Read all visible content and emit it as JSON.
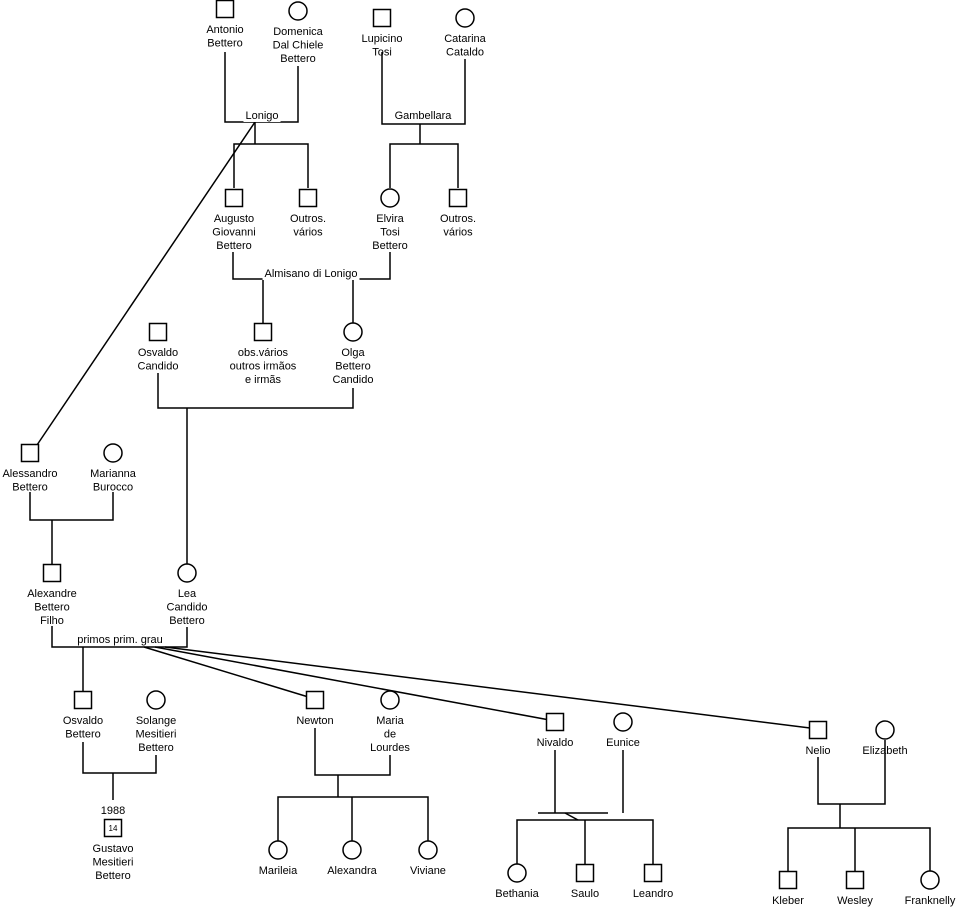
{
  "people": [
    {
      "id": "antonio",
      "sex": "m",
      "lines": [
        "Antonio",
        "Bettero"
      ]
    },
    {
      "id": "domenica",
      "sex": "f",
      "lines": [
        "Domenica",
        "Dal Chiele",
        "Bettero"
      ]
    },
    {
      "id": "lupicino",
      "sex": "m",
      "lines": [
        "Lupicino",
        "Tosi"
      ]
    },
    {
      "id": "catarina",
      "sex": "f",
      "lines": [
        "Catarina",
        "Cataldo"
      ]
    },
    {
      "id": "augusto",
      "sex": "m",
      "lines": [
        "Augusto",
        "Giovanni",
        "Bettero"
      ]
    },
    {
      "id": "outros1",
      "sex": "m",
      "lines": [
        "Outros.",
        "vários"
      ]
    },
    {
      "id": "elvira",
      "sex": "f",
      "lines": [
        "Elvira",
        "Tosi",
        "Bettero"
      ]
    },
    {
      "id": "outros2",
      "sex": "m",
      "lines": [
        "Outros.",
        "vários"
      ]
    },
    {
      "id": "osvaldo_c",
      "sex": "m",
      "lines": [
        "Osvaldo",
        "Candido"
      ]
    },
    {
      "id": "obs",
      "sex": "m",
      "lines": [
        "obs.vários",
        "outros irmãos",
        "e irmãs"
      ]
    },
    {
      "id": "olga",
      "sex": "f",
      "lines": [
        "Olga",
        "Bettero",
        "Candido"
      ]
    },
    {
      "id": "alessandro",
      "sex": "m",
      "lines": [
        "Alessandro",
        "Bettero"
      ]
    },
    {
      "id": "marianna",
      "sex": "f",
      "lines": [
        "Marianna",
        "Burocco"
      ]
    },
    {
      "id": "alexandre",
      "sex": "m",
      "lines": [
        "Alexandre",
        "Bettero",
        "Filho"
      ]
    },
    {
      "id": "lea",
      "sex": "f",
      "lines": [
        "Lea",
        "Candido",
        "Bettero"
      ]
    },
    {
      "id": "osvaldo_b",
      "sex": "m",
      "lines": [
        "Osvaldo",
        "Bettero"
      ]
    },
    {
      "id": "solange",
      "sex": "f",
      "lines": [
        "Solange",
        "Mesitieri",
        "Bettero"
      ]
    },
    {
      "id": "newton",
      "sex": "m",
      "lines": [
        "Newton"
      ]
    },
    {
      "id": "maria",
      "sex": "f",
      "lines": [
        "Maria",
        "de",
        "Lourdes"
      ]
    },
    {
      "id": "nivaldo",
      "sex": "m",
      "lines": [
        "Nivaldo"
      ]
    },
    {
      "id": "eunice",
      "sex": "f",
      "lines": [
        "Eunice"
      ]
    },
    {
      "id": "nelio",
      "sex": "m",
      "lines": [
        "Nelio"
      ]
    },
    {
      "id": "elizabeth",
      "sex": "f",
      "lines": [
        "Elizabeth"
      ]
    },
    {
      "id": "gustavo",
      "sex": "m",
      "lines": [
        "Gustavo",
        "Mesitieri",
        "Bettero"
      ],
      "above": "1988",
      "inner": "14"
    },
    {
      "id": "marileia",
      "sex": "f",
      "lines": [
        "Marileia"
      ]
    },
    {
      "id": "alexandra",
      "sex": "f",
      "lines": [
        "Alexandra"
      ]
    },
    {
      "id": "viviane",
      "sex": "f",
      "lines": [
        "Viviane"
      ]
    },
    {
      "id": "bethania",
      "sex": "f",
      "lines": [
        "Bethania"
      ]
    },
    {
      "id": "saulo",
      "sex": "m",
      "lines": [
        "Saulo"
      ]
    },
    {
      "id": "leandro",
      "sex": "m",
      "lines": [
        "Leandro"
      ]
    },
    {
      "id": "kleber",
      "sex": "m",
      "lines": [
        "Kleber"
      ]
    },
    {
      "id": "wesley",
      "sex": "m",
      "lines": [
        "Wesley"
      ]
    },
    {
      "id": "franknelly",
      "sex": "f",
      "lines": [
        "Franknelly"
      ]
    }
  ],
  "union_labels": {
    "lonigo": "Lonigo",
    "gambellara": "Gambellara",
    "almisano": "Almisano di Lonigo",
    "primos": "primos prim. grau"
  }
}
